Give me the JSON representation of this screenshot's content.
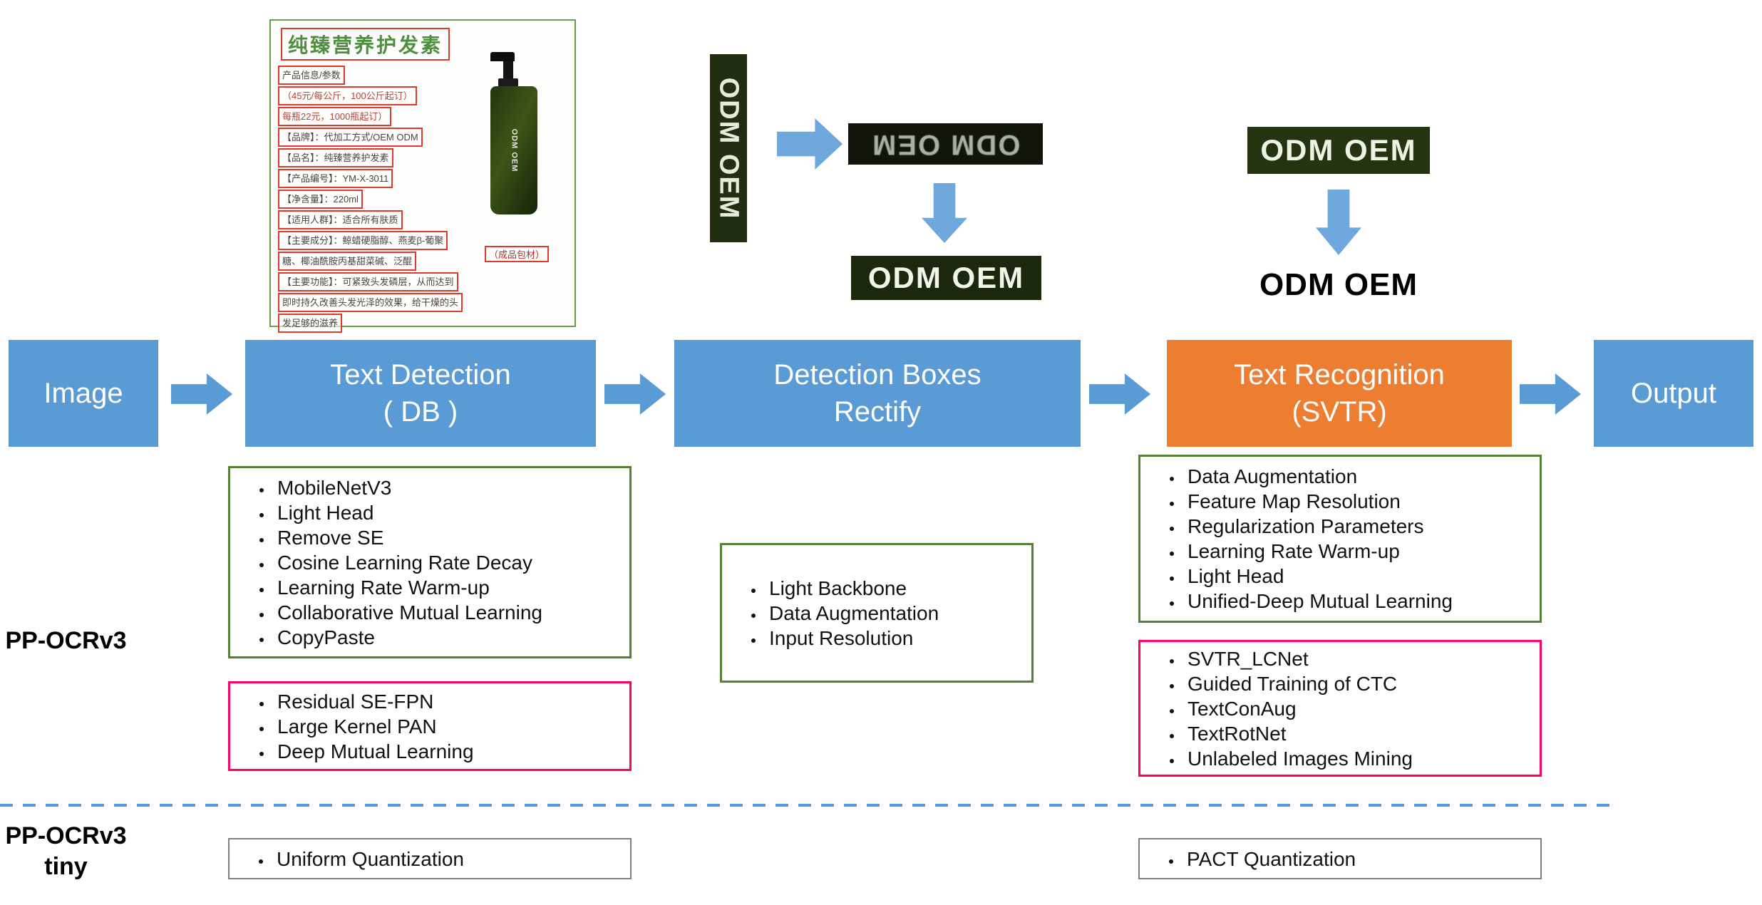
{
  "labels": {
    "row_v3": "PP-OCRv3",
    "row_tiny_line1": "PP-OCRv3",
    "row_tiny_line2": "tiny"
  },
  "stages": {
    "image": {
      "label": "Image"
    },
    "detection": {
      "line1": "Text Detection",
      "line2": "( DB )"
    },
    "rectify": {
      "line1": "Detection Boxes",
      "line2": "Rectify"
    },
    "recognition": {
      "line1": "Text Recognition",
      "line2": "(SVTR)"
    },
    "output": {
      "label": "Output"
    }
  },
  "features": {
    "detection_green": [
      "MobileNetV3",
      "Light Head",
      "Remove SE",
      "Cosine Learning Rate Decay",
      "Learning Rate Warm-up",
      "Collaborative Mutual Learning",
      "CopyPaste"
    ],
    "detection_pink": [
      "Residual SE-FPN",
      "Large Kernel PAN",
      "Deep Mutual Learning"
    ],
    "rectify_green": [
      "Light Backbone",
      "Data Augmentation",
      "Input Resolution"
    ],
    "recognition_green": [
      "Data Augmentation",
      "Feature Map Resolution",
      "Regularization Parameters",
      "Learning Rate Warm-up",
      "Light Head",
      "Unified-Deep Mutual Learning"
    ],
    "recognition_pink": [
      "SVTR_LCNet",
      "Guided Training of CTC",
      "TextConAug",
      "TextRotNet",
      "Unlabeled Images Mining"
    ],
    "tiny_detection": [
      "Uniform Quantization"
    ],
    "tiny_recognition": [
      "PACT Quantization"
    ]
  },
  "samples": {
    "odm_vertical": "ODM OEM",
    "odm_flipped": "ODM OEM",
    "odm_rectified": "ODM OEM",
    "odm_recognition_input": "ODM OEM",
    "odm_recognized": "ODM OEM",
    "product": {
      "title": "纯臻营养护发素",
      "lines": [
        "产品信息/参数",
        "（45元/每公斤，100公斤起订）",
        "每瓶22元，1000瓶起订）",
        "【品牌】：代加工方式/OEM ODM",
        "【品名】：纯臻营养护发素",
        "【产品编号】：YM-X-3011",
        "【净含量】：220ml",
        "【适用人群】：适合所有肤质",
        "【主要成分】：鲸蜡硬脂醇、燕麦β-葡聚",
        "糖、椰油酰胺丙基甜菜碱、泛醌",
        "【主要功能】：可紧致头发磷层，从而达到",
        "即时持久改善头发光泽的效果，给干燥的头",
        "发足够的滋养"
      ],
      "side_label": "（成品包材）",
      "bottle_label": "ODM OEM"
    }
  },
  "colors": {
    "stage_blue": "#5B9BD5",
    "stage_orange": "#ED7D31",
    "green_border": "#538135",
    "pink_border": "#FF0066",
    "gray_border": "#7f7f7f",
    "arrow_blue": "#6FA8DC",
    "detect_box_red": "#e23a2a"
  }
}
